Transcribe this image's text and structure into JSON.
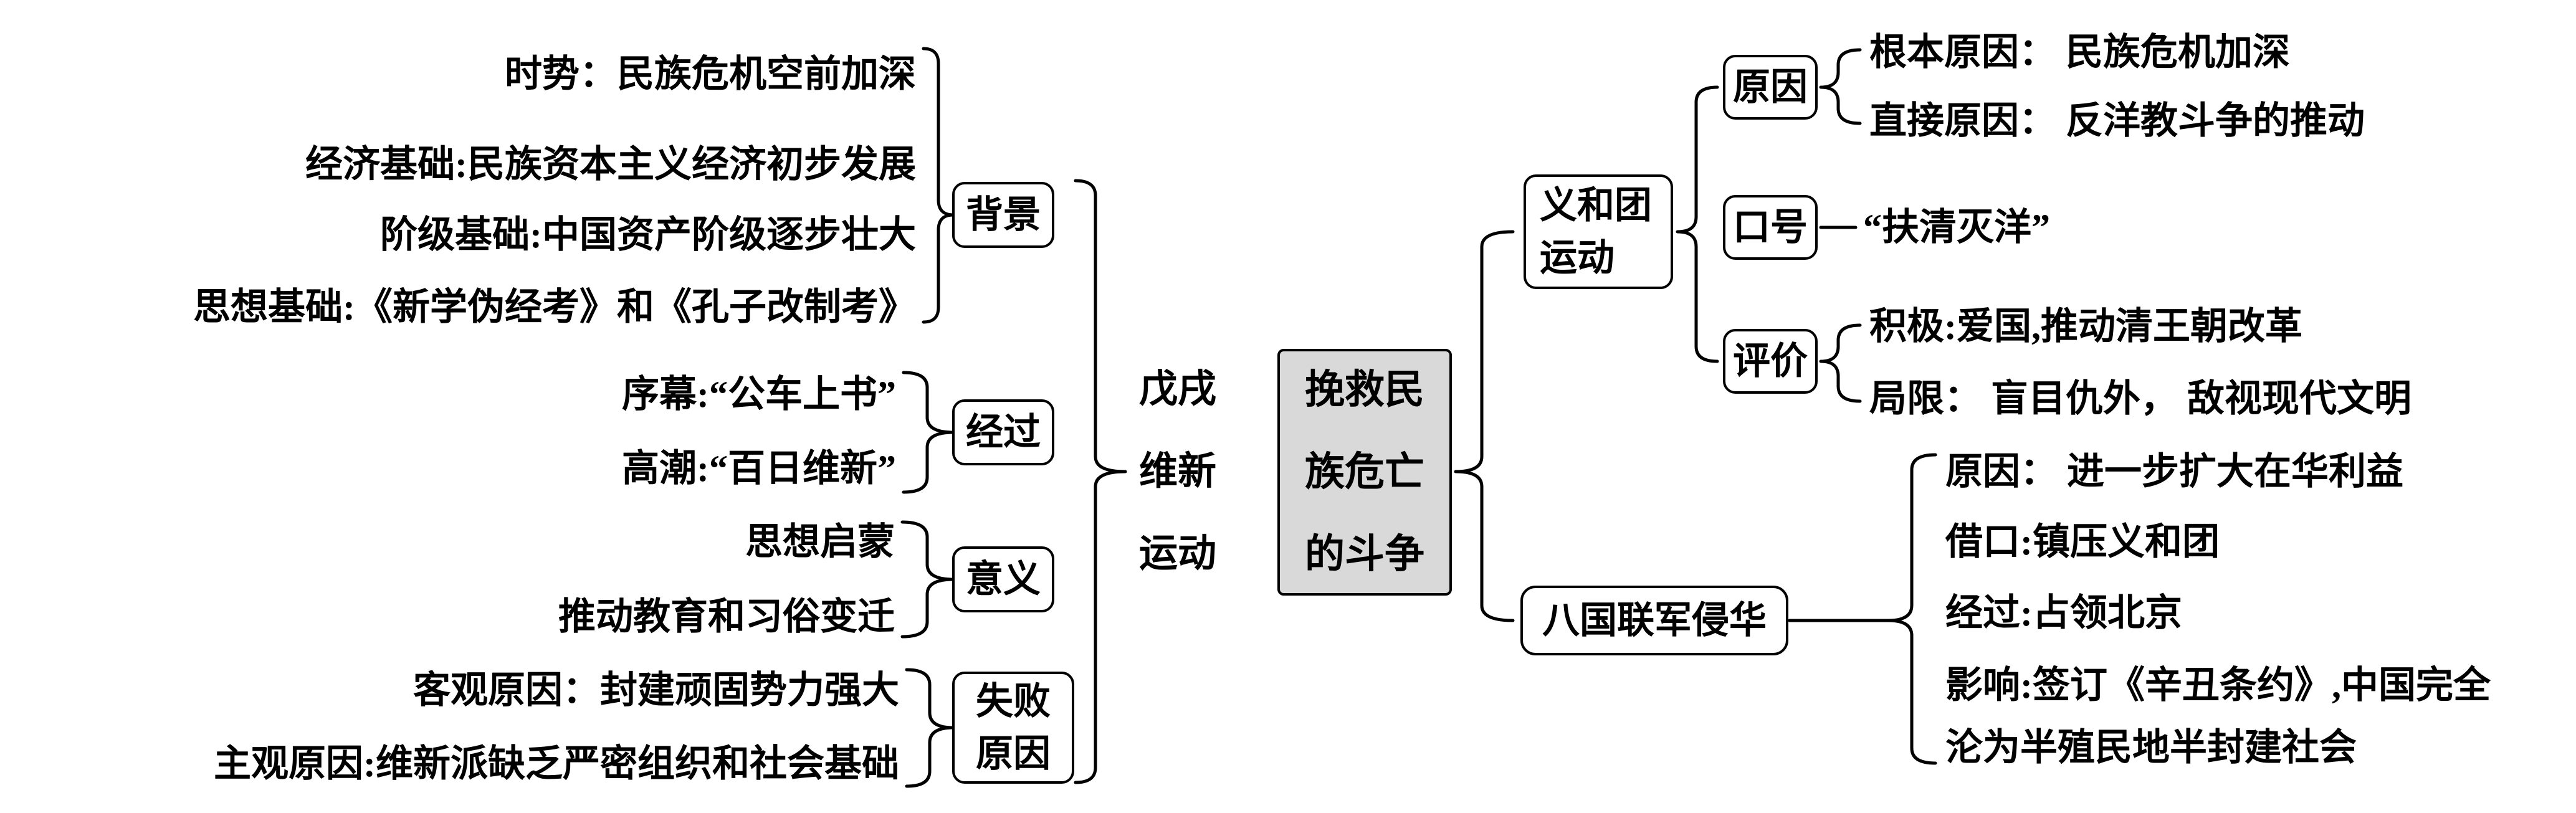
{
  "colors": {
    "center_bg": "#d9d9d9",
    "line": "#000000"
  },
  "center": {
    "lines": [
      "挽救民",
      "族危亡",
      "的斗争"
    ]
  },
  "wuxu": {
    "node_lines": [
      "戊戌",
      "维新",
      "运动"
    ],
    "background": {
      "label": "背景",
      "items": [
        "时势：民族危机空前加深",
        "经济基础:民族资本主义经济初步发展",
        "阶级基础:中国资产阶级逐步壮大",
        "思想基础:《新学伪经考》和《孔子改制考》"
      ]
    },
    "process": {
      "label": "经过",
      "items": [
        "序幕:“公车上书”",
        "高潮:“百日维新”"
      ]
    },
    "significance": {
      "label": "意义",
      "items": [
        "思想启蒙",
        "推动教育和习俗变迁"
      ]
    },
    "failure": {
      "label_lines": [
        "失败",
        "原因"
      ],
      "items": [
        "客观原因：封建顽固势力强大",
        "主观原因:维新派缺乏严密组织和社会基础"
      ]
    }
  },
  "yihetuan": {
    "label_lines": [
      "义和团",
      "运动"
    ],
    "cause": {
      "label": "原因",
      "items": [
        "根本原因： 民族危机加深",
        "直接原因： 反洋教斗争的推动"
      ]
    },
    "slogan": {
      "label": "口号",
      "text": "“扶清灭洋”"
    },
    "evaluation": {
      "label": "评价",
      "items": [
        "积极:爱国,推动清王朝改革",
        "局限： 盲目仇外， 敌视现代文明"
      ]
    }
  },
  "baguo": {
    "label": "八国联军侵华",
    "items": [
      "原因： 进一步扩大在华利益",
      "借口:镇压义和团",
      "经过:占领北京",
      "影响:签订《辛丑条约》,中国完全",
      "沦为半殖民地半封建社会"
    ]
  }
}
